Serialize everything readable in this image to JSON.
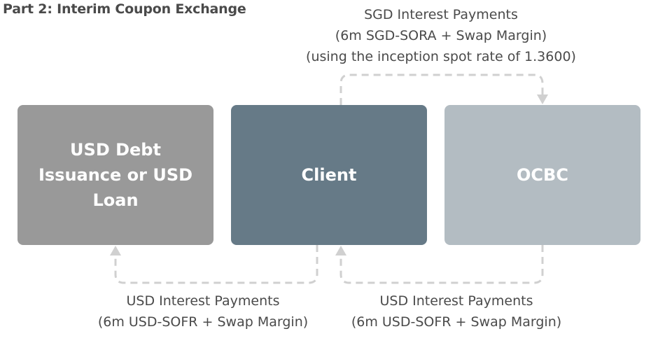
{
  "title": "Part 2: Interim Coupon Exchange",
  "colors": {
    "debt_box": "#999999",
    "client_box": "#667A87",
    "ocbc_box": "#B3BCC2",
    "connector": "#D0D0D0",
    "text": "#4A4A4A"
  },
  "nodes": {
    "debt": {
      "label": "USD Debt Issuance or USD Loan"
    },
    "client": {
      "label": "Client"
    },
    "ocbc": {
      "label": "OCBC"
    }
  },
  "flows": {
    "top": {
      "from": "Client",
      "to": "OCBC",
      "line1": "SGD Interest Payments",
      "line2": "(6m SGD-SORA + Swap Margin)",
      "line3": "(using the inception spot rate of 1.3600)"
    },
    "bottom_left": {
      "from": "Client",
      "to": "USD Debt Issuance or USD Loan",
      "line1": "USD Interest Payments",
      "line2": "(6m USD-SOFR + Swap Margin)"
    },
    "bottom_right": {
      "from": "OCBC",
      "to": "Client",
      "line1": "USD Interest Payments",
      "line2": "(6m USD-SOFR + Swap Margin)"
    }
  }
}
